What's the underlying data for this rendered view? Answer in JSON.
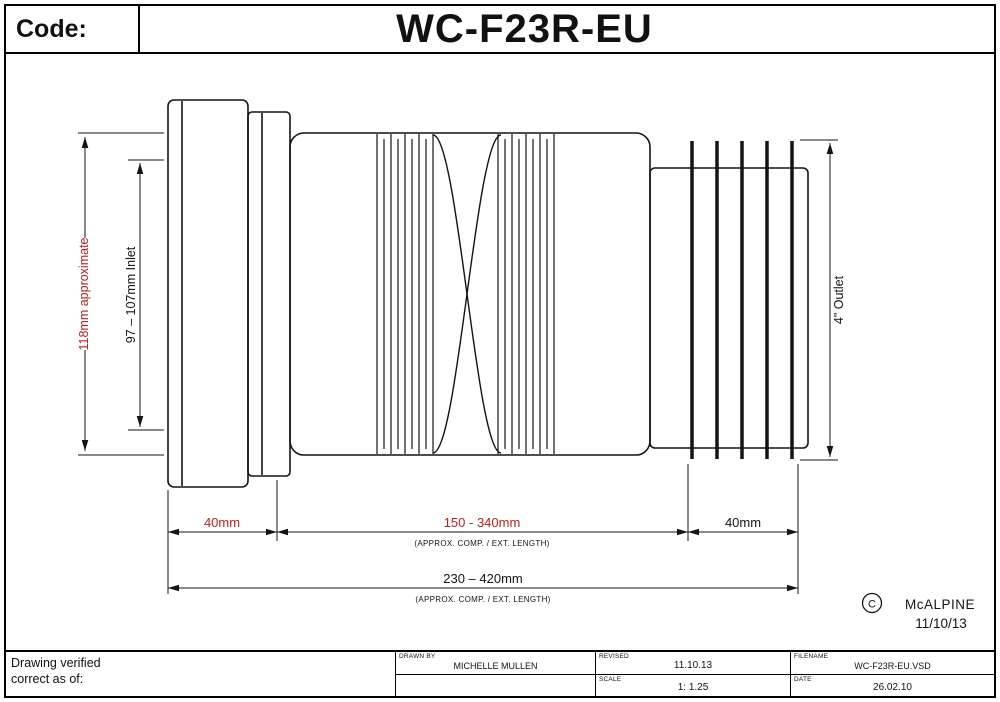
{
  "header": {
    "code_label": "Code:",
    "title": "WC-F23R-EU"
  },
  "drawing": {
    "dim_overall_height": "118mm approximate",
    "dim_inlet": "97 – 107mm Inlet",
    "dim_outlet": "4\" Outlet",
    "dim_flange_depth": "40mm",
    "dim_flex_length": "150 - 340mm",
    "dim_flex_length_note": "(APPROX. COMP. / EXT. LENGTH)",
    "dim_outlet_depth": "40mm",
    "dim_total_length": "230 – 420mm",
    "dim_total_length_note": "(APPROX. COMP. / EXT. LENGTH)",
    "copyright_symbol": "C",
    "brand": "McALPINE",
    "brand_date": "11/10/13"
  },
  "colors": {
    "dim_red": "#b22222",
    "line_black": "#141414"
  },
  "footer": {
    "verified_line1": "Drawing verified",
    "verified_line2": "correct as of:",
    "cells": {
      "drawn_by_label": "DRAWN BY",
      "drawn_by_value": "MICHELLE MULLEN",
      "revised_label": "REVISED",
      "revised_value": "11.10.13",
      "scale_label": "SCALE",
      "scale_value": "1: 1.25",
      "filename_label": "FILENAME",
      "filename_value": "WC-F23R-EU.VSD",
      "date_label": "DATE",
      "date_value": "26.02.10"
    }
  }
}
